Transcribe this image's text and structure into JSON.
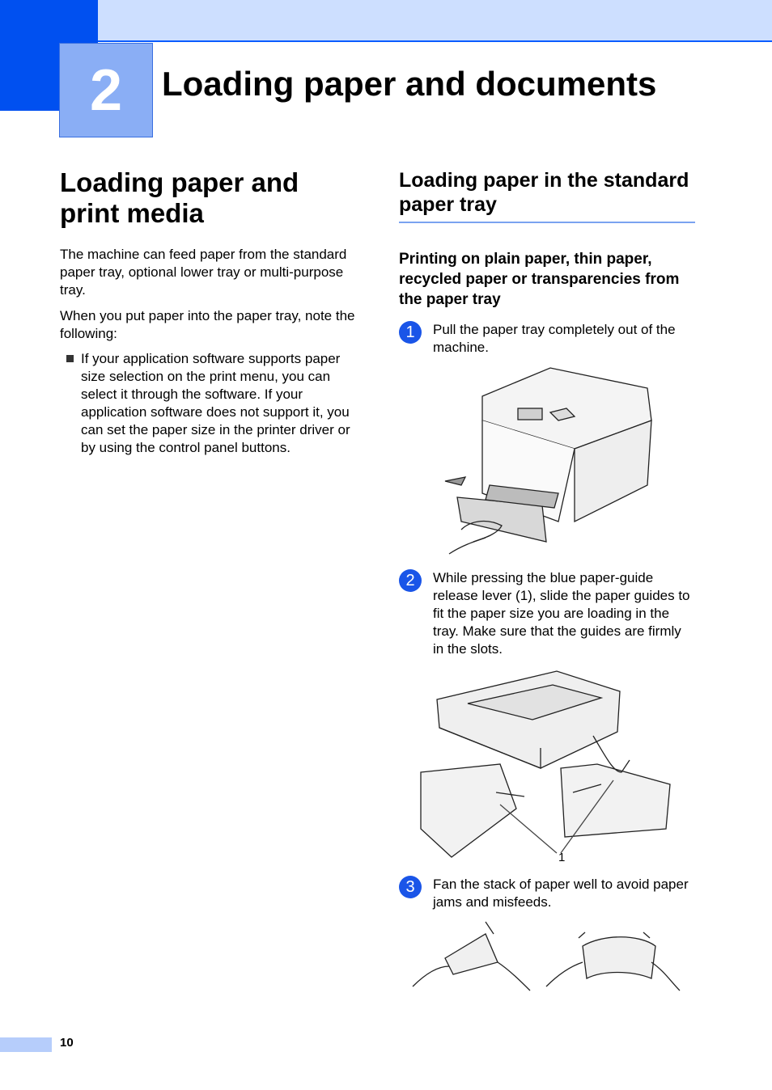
{
  "chapter": {
    "number": "2",
    "title": "Loading paper and documents"
  },
  "left": {
    "heading": "Loading paper and print media",
    "para1": "The machine can feed paper from the standard paper tray, optional lower tray or multi-purpose tray.",
    "para2": "When you put paper into the paper tray, note the following:",
    "bullet1": "If your application software supports paper size selection on the print menu, you can select it through the software. If your application software does not support it, you can set the paper size in the printer driver or by using the control panel buttons."
  },
  "right": {
    "heading": "Loading paper in the standard paper tray",
    "subheading": "Printing on plain paper, thin paper, recycled paper or transparencies from the paper tray",
    "steps": [
      {
        "num": "1",
        "text": "Pull the paper tray completely out of the machine."
      },
      {
        "num": "2",
        "text": "While pressing the blue paper-guide release lever (1), slide the paper guides to fit the paper size you are loading in the tray. Make sure that the guides are firmly in the slots."
      },
      {
        "num": "3",
        "text": "Fan the stack of paper well to avoid paper jams and misfeeds."
      }
    ],
    "callout_label": "1"
  },
  "footer": {
    "page_number": "10"
  }
}
